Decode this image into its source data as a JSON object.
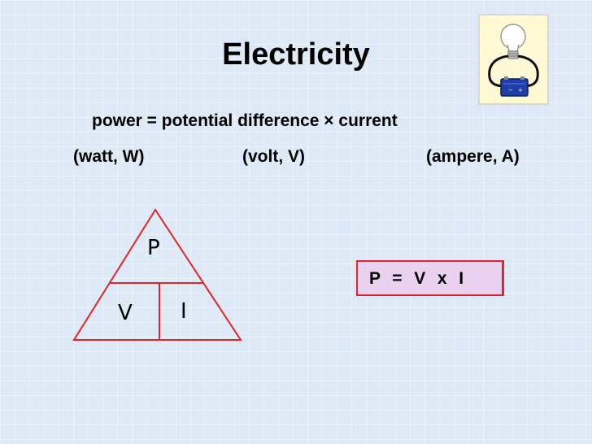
{
  "slide": {
    "title": "Electricity",
    "equation": "power = potential difference × current",
    "units": {
      "power": "(watt, W)",
      "potential_difference": "(volt, V)",
      "current": "(ampere, A)"
    }
  },
  "triangle": {
    "top": "P",
    "bottom_left": "V",
    "bottom_right": "I",
    "line_color": "#e0252a"
  },
  "formula": {
    "text": "P  =  V  x  I",
    "box_fill": "#ead1ef",
    "border_color": "#e0252a"
  },
  "icon": {
    "name": "circuit-bulb-battery-icon"
  }
}
